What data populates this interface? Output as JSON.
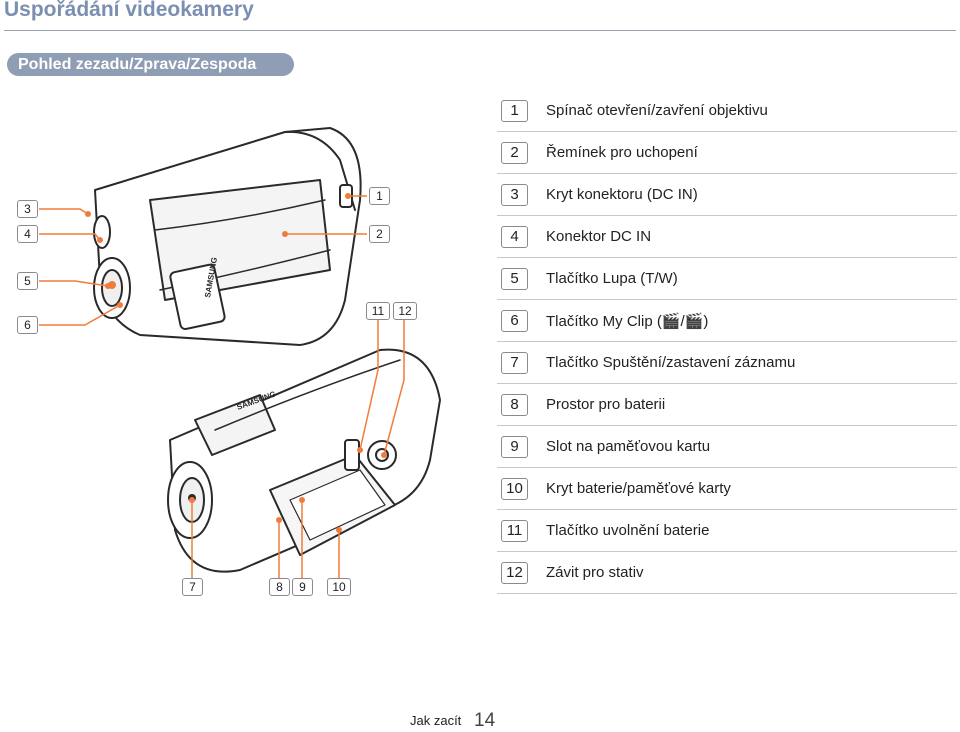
{
  "page": {
    "title": "Uspořádání videokamery",
    "subtitle": "Pohled zezadu/Zprava/Zespoda"
  },
  "legend": [
    {
      "number": "1",
      "label": "Spínač otevření/zavření objektivu"
    },
    {
      "number": "2",
      "label": "Řemínek pro uchopení"
    },
    {
      "number": "3",
      "label": "Kryt konektoru (DC IN)"
    },
    {
      "number": "4",
      "label": "Konektor DC IN"
    },
    {
      "number": "5",
      "label": "Tlačítko Lupa (T/W)"
    },
    {
      "number": "6",
      "label": "Tlačítko My Clip (🎬/🎬)"
    },
    {
      "number": "7",
      "label": "Tlačítko Spuštění/zastavení záznamu"
    },
    {
      "number": "8",
      "label": "Prostor pro baterii"
    },
    {
      "number": "9",
      "label": "Slot na paměťovou kartu"
    },
    {
      "number": "10",
      "label": "Kryt baterie/paměťové karty"
    },
    {
      "number": "11",
      "label": "Tlačítko uvolnění baterie"
    },
    {
      "number": "12",
      "label": "Závit pro stativ"
    }
  ],
  "callouts": {
    "c1": "1",
    "c2": "2",
    "c3": "3",
    "c4": "4",
    "c5": "5",
    "c6": "6",
    "c7": "7",
    "c8": "8",
    "c9": "9",
    "c10": "10",
    "c11": "11",
    "c12": "12"
  },
  "brand_text": "SAMSUNG",
  "footer": {
    "section": "Jak zacít",
    "page_number": "14"
  },
  "colors": {
    "title": "#7b8fb1",
    "subtitle_bg": "#8f9db5",
    "leader_line": "#f07c3c"
  }
}
